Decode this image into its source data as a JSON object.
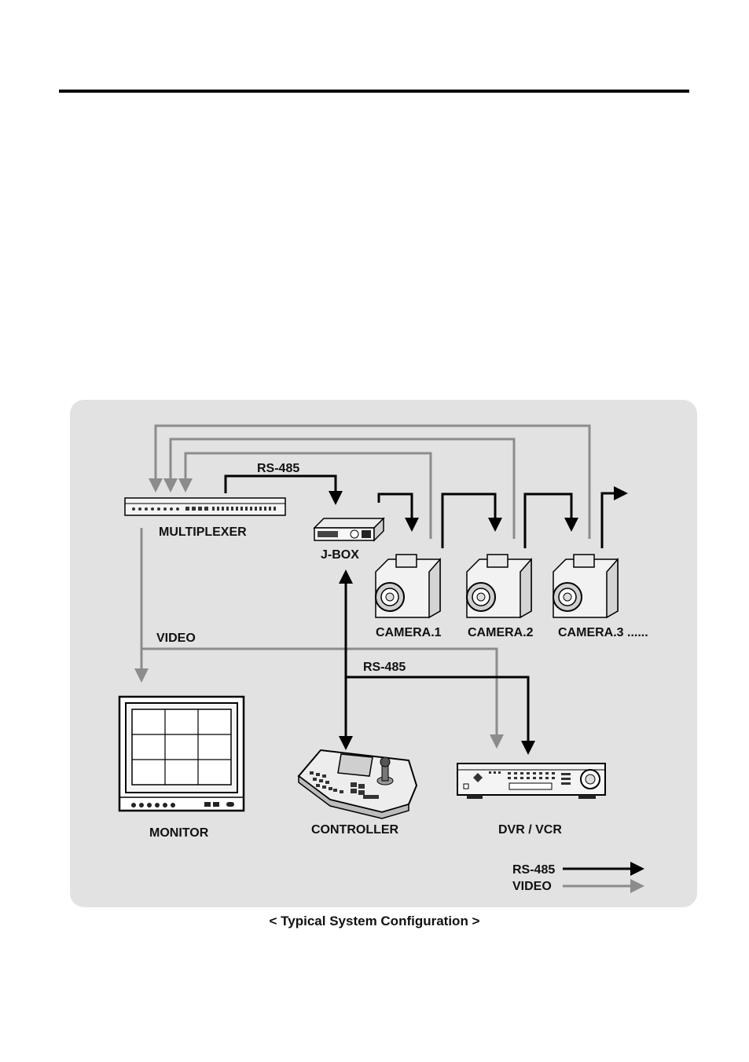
{
  "diagram": {
    "caption": "< Typical System Configuration >",
    "labels": {
      "rs485_top": "RS-485",
      "multiplexer": "MULTIPLEXER",
      "jbox": "J-BOX",
      "camera1": "CAMERA.1",
      "camera2": "CAMERA.2",
      "camera3": "CAMERA.3 ......",
      "video": "VIDEO",
      "rs485_mid": "RS-485",
      "monitor": "MONITOR",
      "controller": "CONTROLLER",
      "dvr": "DVR / VCR"
    },
    "legend": {
      "rs485": "RS-485",
      "video": "VIDEO"
    },
    "colors": {
      "panel": "#e2e2e2",
      "rs485_line": "#000000",
      "video_line": "#8c8c8c"
    }
  }
}
